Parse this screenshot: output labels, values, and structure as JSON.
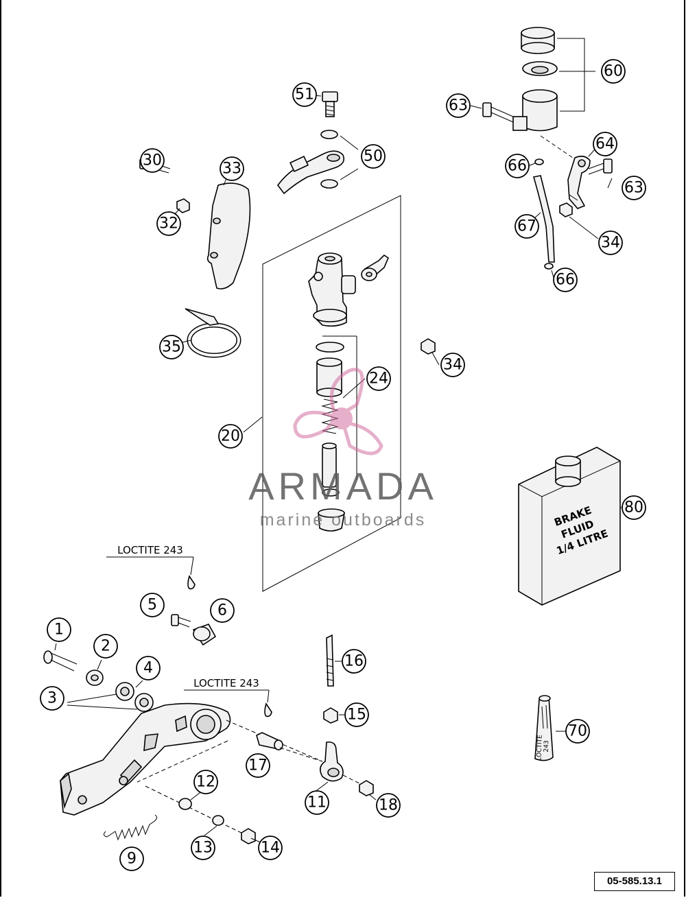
{
  "document_id": "05-585.13.1",
  "watermark": {
    "brand": "ARMADA",
    "tagline": "marine outboards"
  },
  "loctite_labels": [
    "LOCTITE 243",
    "LOCTITE 243"
  ],
  "container_label": [
    "BRAKE",
    "FLUID",
    "1/4 LITRE"
  ],
  "tube_label": [
    "LOCTITE",
    "243"
  ],
  "callouts": [
    "1",
    "2",
    "3",
    "4",
    "5",
    "6",
    "9",
    "11",
    "12",
    "13",
    "14",
    "15",
    "16",
    "17",
    "18",
    "20",
    "24",
    "30",
    "32",
    "33",
    "34",
    "34",
    "35",
    "50",
    "51",
    "60",
    "63",
    "63",
    "64",
    "66",
    "66",
    "67",
    "70",
    "80"
  ]
}
